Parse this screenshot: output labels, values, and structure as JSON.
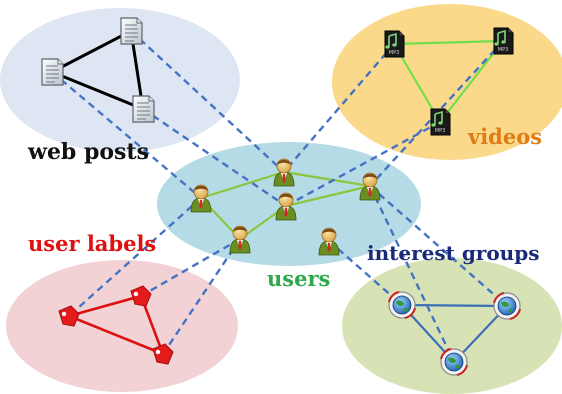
{
  "labels": {
    "web_posts": "web posts",
    "videos": "videos",
    "user_labels": "user labels",
    "users": "users",
    "interest_groups": "interest groups"
  },
  "video_icon_text": "MP3",
  "colors": {
    "web_posts_bg": "#dfe6f3",
    "videos_bg": "#fbd98b",
    "users_bg": "#b5dbe6",
    "user_labels_bg": "#f2d2d4",
    "interest_groups_bg": "#d7e3b5",
    "web_posts_text": "#111111",
    "videos_text": "#e07b16",
    "user_labels_text": "#e01010",
    "users_text": "#2ea84a",
    "interest_groups_text": "#1b2a78",
    "cross_link": "#4472c4",
    "posts_link": "#000000",
    "videos_link": "#6fe04a",
    "users_link": "#8cc63f",
    "labels_link": "#dd1111",
    "groups_link": "#3b6fb6"
  }
}
